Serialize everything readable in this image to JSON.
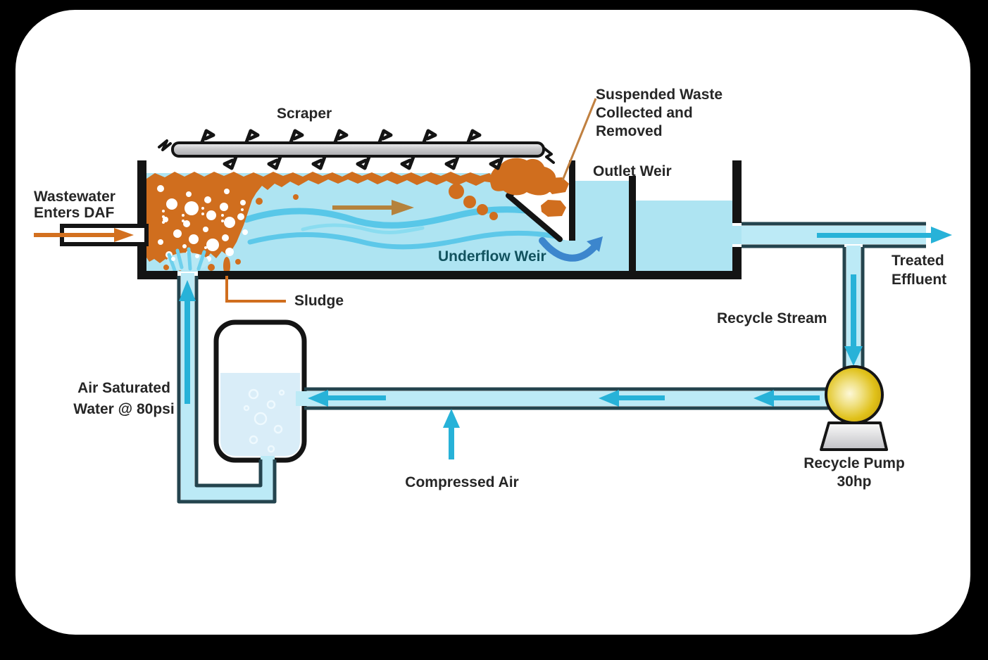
{
  "labels": {
    "scraper": "Scraper",
    "suspended_waste_1": "Suspended Waste",
    "suspended_waste_2": "Collected and",
    "suspended_waste_3": "Removed",
    "outlet_weir": "Outlet Weir",
    "wastewater_1": "Wastewater",
    "wastewater_2": "Enters DAF",
    "underflow_weir": "Underflow Weir",
    "sludge": "Sludge",
    "treated_effluent_1": "Treated",
    "treated_effluent_2": "Effluent",
    "recycle_stream": "Recycle Stream",
    "air_saturated_1": "Air Saturated",
    "air_saturated_2": "Water @ 80psi",
    "compressed_air": "Compressed Air",
    "recycle_pump_1": "Recycle Pump",
    "recycle_pump_2": "30hp"
  },
  "colors": {
    "page_bg": "#000000",
    "card": "#ffffff",
    "water": "#aee4f2",
    "pipe_fill": "#bceaf6",
    "vessel_water": "#d9edf8",
    "wave": "#4fc3e7",
    "arrow_cyan": "#27b2d8",
    "underflow_arrow": "#3c86cd",
    "sludge": "#d06e1e",
    "inlet_arrow": "#d3701f",
    "flow_arrow": "#b5823c",
    "leader_line": "#c08040",
    "scraper_gray": "#c9c9cb",
    "pump_yellow": "#e0c11a",
    "outline": "#141414",
    "text": "#262626",
    "underflow_text": "#11525e"
  }
}
